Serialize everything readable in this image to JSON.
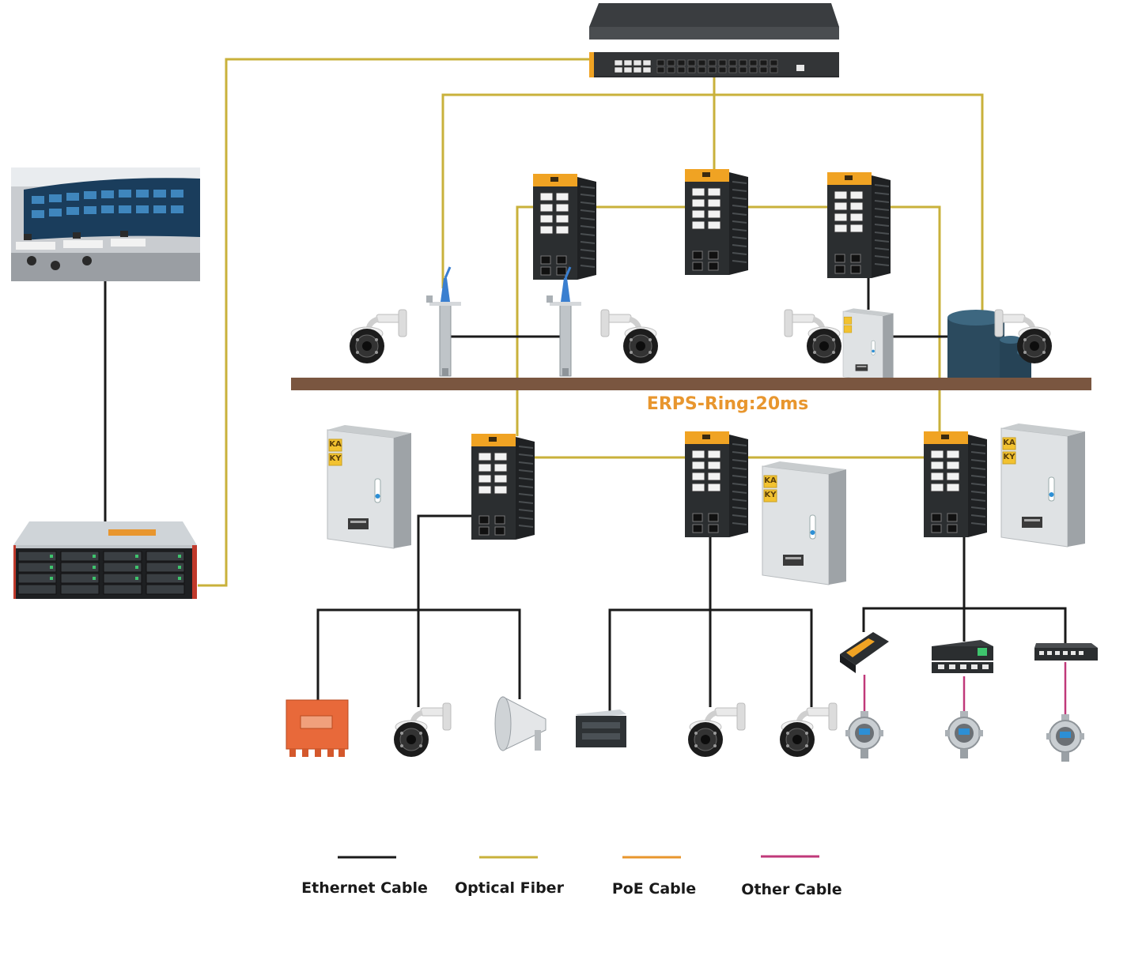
{
  "ring": {
    "label": "ERPS-Ring:20ms",
    "color": "#e8962e"
  },
  "colors": {
    "ethernet": "#1a1a1a",
    "fiber": "#c9b13b",
    "poe": "#e8962e",
    "other": "#c0397a",
    "ground": "#7a5640"
  },
  "legend": [
    {
      "id": "ethernet",
      "label": "Ethernet Cable",
      "color": "#1a1a1a"
    },
    {
      "id": "fiber",
      "label": "Optical Fiber",
      "color": "#c9b13b"
    },
    {
      "id": "poe",
      "label": "PoE Cable",
      "color": "#e8962e"
    },
    {
      "id": "other",
      "label": "Other Cable",
      "color": "#c0397a"
    }
  ],
  "cabinet_marks": [
    "KA",
    "KY"
  ],
  "icons": {
    "core_switch": "rack-switch-icon",
    "industrial_switch": "industrial-switch-icon",
    "control_room": "control-room-icon",
    "server": "storage-server-icon",
    "ptz_camera": "ptz-camera-icon",
    "cabinet": "control-cabinet-icon",
    "tank": "storage-tank-icon",
    "radar": "level-sensor-icon",
    "junction_box": "junction-box-icon",
    "horn": "horn-speaker-icon",
    "plc": "plc-icon",
    "serial_server": "serial-server-icon",
    "gas_detector": "gas-detector-icon"
  }
}
